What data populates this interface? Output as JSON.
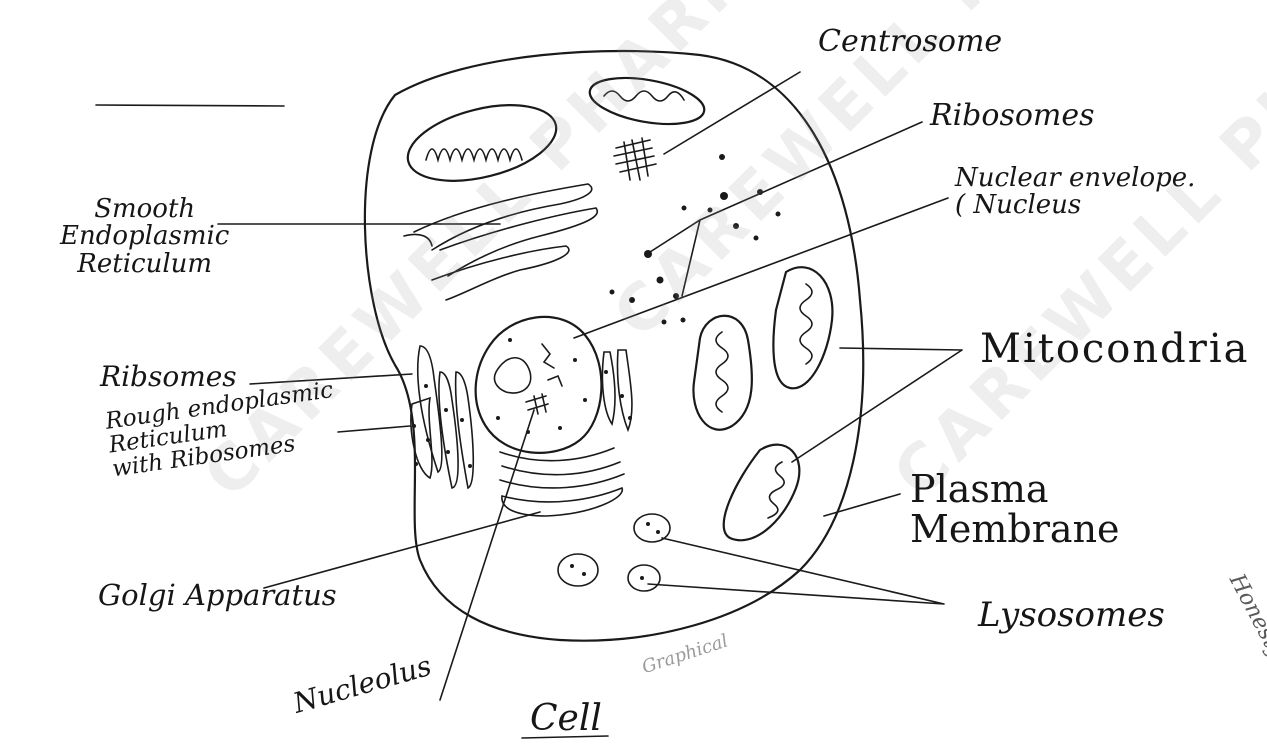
{
  "diagram": {
    "title": "Cell",
    "labels": {
      "centrosome": "Centrosome",
      "ribosomes_top": "Ribosomes",
      "nuclear_envelope": "Nuclear envelope.\n( Nucleus",
      "smooth_er": "Smooth\nEndoplasmic\nReticulum",
      "ribosomes_left": "Ribsomes",
      "rough_er": "Rough endoplasmic\nReticulum\nwith Ribosomes",
      "mitochondria": "Mitocondria",
      "plasma_membrane": "Plasma Membrane",
      "golgi": "Golgi Apparatus",
      "lysosomes": "Lysosomes",
      "nucleolus": "Nucleolus"
    },
    "watermark": "CAREWELL PHARMA",
    "stamp": "Graphical",
    "margin_note": "Honesty"
  }
}
